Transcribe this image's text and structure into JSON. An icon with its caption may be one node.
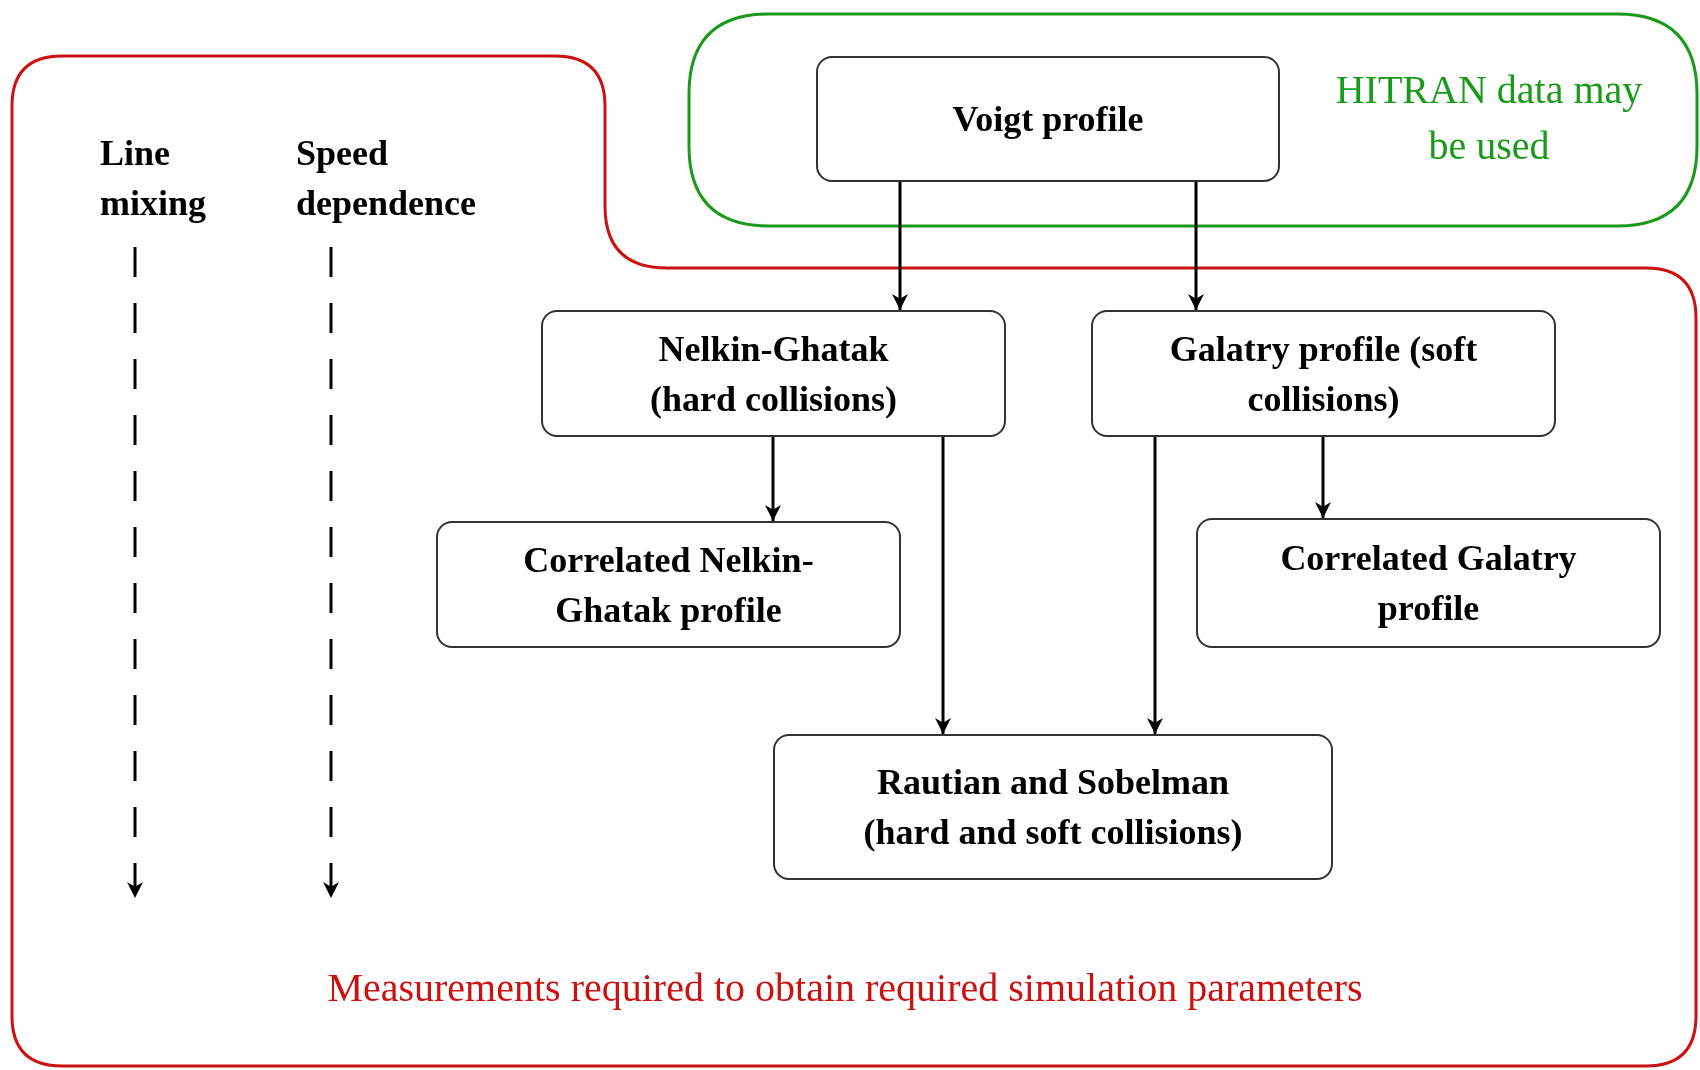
{
  "diagram": {
    "nodes": [
      {
        "text": [
          "Measurements required to obtain required simulation parameters"
        ]
      },
      {
        "text": [
          "HITRAN data may be used"
        ]
      },
      {
        "text": [
          "Voigt profile"
        ],
        "in": 1
      },
      {
        "text": [
          "Line mixing"
        ],
        "in": 0
      },
      {
        "text": [
          "Speed dependence"
        ],
        "in": 0
      },
      {
        "text": [
          "Nelkin-Ghatak (hard collisions)"
        ],
        "in": 0
      },
      {
        "text": [
          "Galatry profile (soft collisions)"
        ],
        "in": 0
      },
      {
        "text": [
          "Correlated Nelkin-Ghatak profile"
        ],
        "in": 0
      },
      {
        "text": [
          "Correlated Galatry profile"
        ],
        "in": 0
      },
      {
        "text": [
          "Rautian and Sobelman (hard and soft collisions)"
        ],
        "in": 0
      }
    ],
    "edges": [
      {
        "from": 2,
        "to": 5,
        "arrow": "to"
      },
      {
        "from": 2,
        "to": 6,
        "arrow": "to"
      },
      {
        "from": 5,
        "to": 7,
        "arrow": "to"
      },
      {
        "from": 5,
        "to": 9,
        "arrow": "to"
      },
      {
        "from": 6,
        "to": 9,
        "arrow": "to"
      },
      {
        "from": 6,
        "to": 8,
        "arrow": "to"
      },
      {
        "from": 3,
        "to": null,
        "arrow": "to",
        "style": "dashed"
      },
      {
        "from": 4,
        "to": null,
        "arrow": "to",
        "style": "dashed"
      }
    ]
  }
}
